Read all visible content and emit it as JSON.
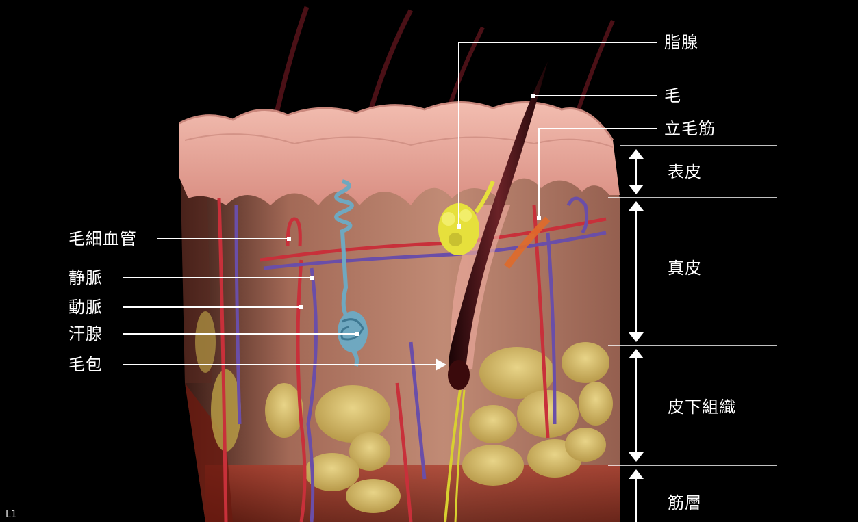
{
  "labels": {
    "sebaceous_gland": "脂腺",
    "hair": "毛",
    "arrector_pili": "立毛筋",
    "epidermis": "表皮",
    "dermis": "真皮",
    "subcutaneous": "皮下組織",
    "muscle_layer": "筋層",
    "capillary": "毛細血管",
    "vein": "静脈",
    "artery": "動脈",
    "sweat_gland": "汗腺",
    "hair_follicle": "毛包"
  },
  "corner_tag": "L1",
  "colors": {
    "background": "#000000",
    "epidermis": "#e8a79a",
    "dermis": "#c98a72",
    "fat": "#d8c06a",
    "artery": "#c8303a",
    "vein": "#6a4ea8",
    "sweat_gland": "#6fa8c0",
    "sebaceous_gland": "#e6e03c",
    "hair": "#3a0d10",
    "leader_line": "#ffffff"
  }
}
